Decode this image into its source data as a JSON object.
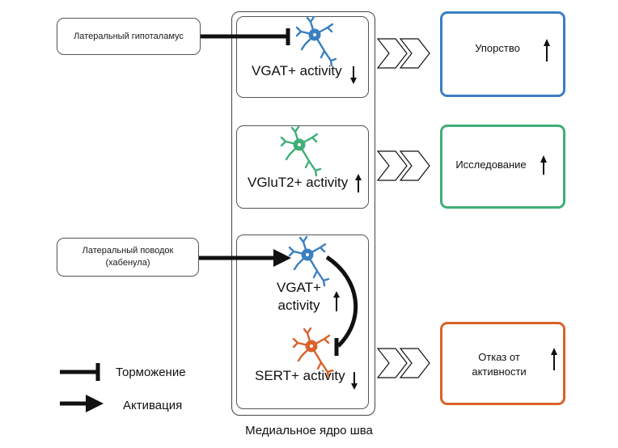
{
  "diagram": {
    "container_label": "Медиальное ядро шва",
    "sources": [
      {
        "id": "lh",
        "label": "Латеральный гипоталамус",
        "connection": "inhibition"
      },
      {
        "id": "lhb",
        "label": "Латеральный поводок (хабенула)",
        "label_line1": "Латеральный поводок",
        "label_line2": "(хабенула)",
        "connection": "activation"
      }
    ],
    "panels": [
      {
        "id": "vgat-top",
        "neuron_color": "#3a7fc1",
        "activity_label": "VGAT+ activity",
        "direction": "down"
      },
      {
        "id": "vglut2",
        "neuron_color": "#3fae77",
        "activity_label": "VGluT2+ activity",
        "direction": "up"
      },
      {
        "id": "bottom",
        "vgat": {
          "neuron_color": "#3a7fc1",
          "activity_label_line1": "VGAT+",
          "activity_label_line2": "activity",
          "direction": "up"
        },
        "sert": {
          "neuron_color": "#d9622b",
          "activity_label": "SERT+ activity",
          "direction": "down"
        },
        "internal_connection": "inhibition"
      }
    ],
    "outcomes": [
      {
        "id": "persistence",
        "label": "Упорство",
        "direction": "up",
        "color": "#3a7fc1"
      },
      {
        "id": "exploration",
        "label": "Исследование",
        "direction": "up",
        "color": "#3fae77"
      },
      {
        "id": "disengagement",
        "label": "Отказ от активности",
        "label_line1": "Отказ от",
        "label_line2": "активности",
        "direction": "up",
        "color": "#d9622b"
      }
    ],
    "legend": [
      {
        "symbol": "inhibition-bar",
        "label": "Торможение"
      },
      {
        "symbol": "activation-arrow",
        "label": "Активация"
      }
    ]
  }
}
